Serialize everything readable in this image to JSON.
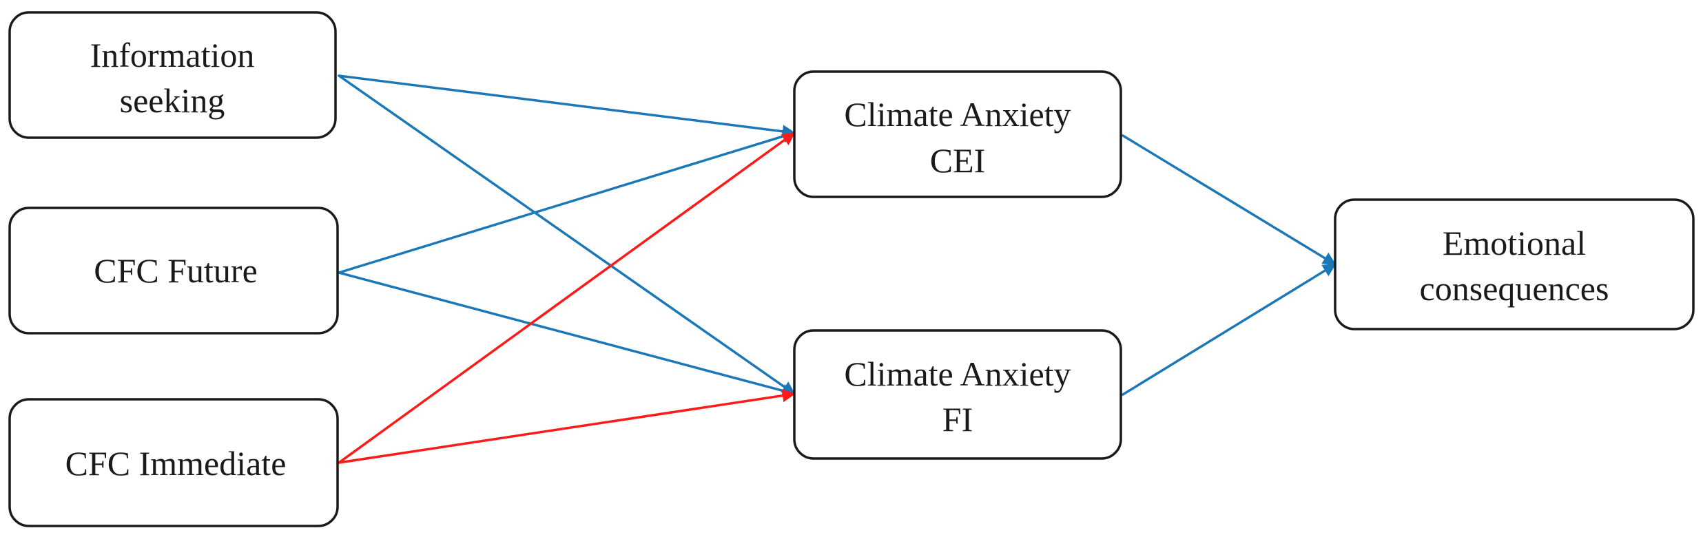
{
  "diagram": {
    "colors": {
      "positive_path": "#1a78b8",
      "negative_path": "#ff1a1a",
      "box_border": "#1a1a1a",
      "text": "#1a1a1a",
      "background": "#ffffff"
    },
    "nodes": {
      "info": {
        "line1": "Information",
        "line2": "seeking"
      },
      "cfc_future": {
        "line1": "CFC Future"
      },
      "cfc_immediate": {
        "line1": "CFC Immediate"
      },
      "cei": {
        "line1": "Climate Anxiety",
        "line2": "CEI"
      },
      "fi": {
        "line1": "Climate Anxiety",
        "line2": "FI"
      },
      "emotional": {
        "line1": "Emotional",
        "line2": "consequences"
      }
    },
    "edges": [
      {
        "from": "info",
        "to": "cei",
        "color": "positive_path"
      },
      {
        "from": "info",
        "to": "fi",
        "color": "positive_path"
      },
      {
        "from": "cfc_future",
        "to": "cei",
        "color": "positive_path"
      },
      {
        "from": "cfc_future",
        "to": "fi",
        "color": "positive_path"
      },
      {
        "from": "cfc_immediate",
        "to": "cei",
        "color": "negative_path"
      },
      {
        "from": "cfc_immediate",
        "to": "fi",
        "color": "negative_path"
      },
      {
        "from": "cei",
        "to": "emotional",
        "color": "positive_path"
      },
      {
        "from": "fi",
        "to": "emotional",
        "color": "positive_path"
      }
    ]
  }
}
